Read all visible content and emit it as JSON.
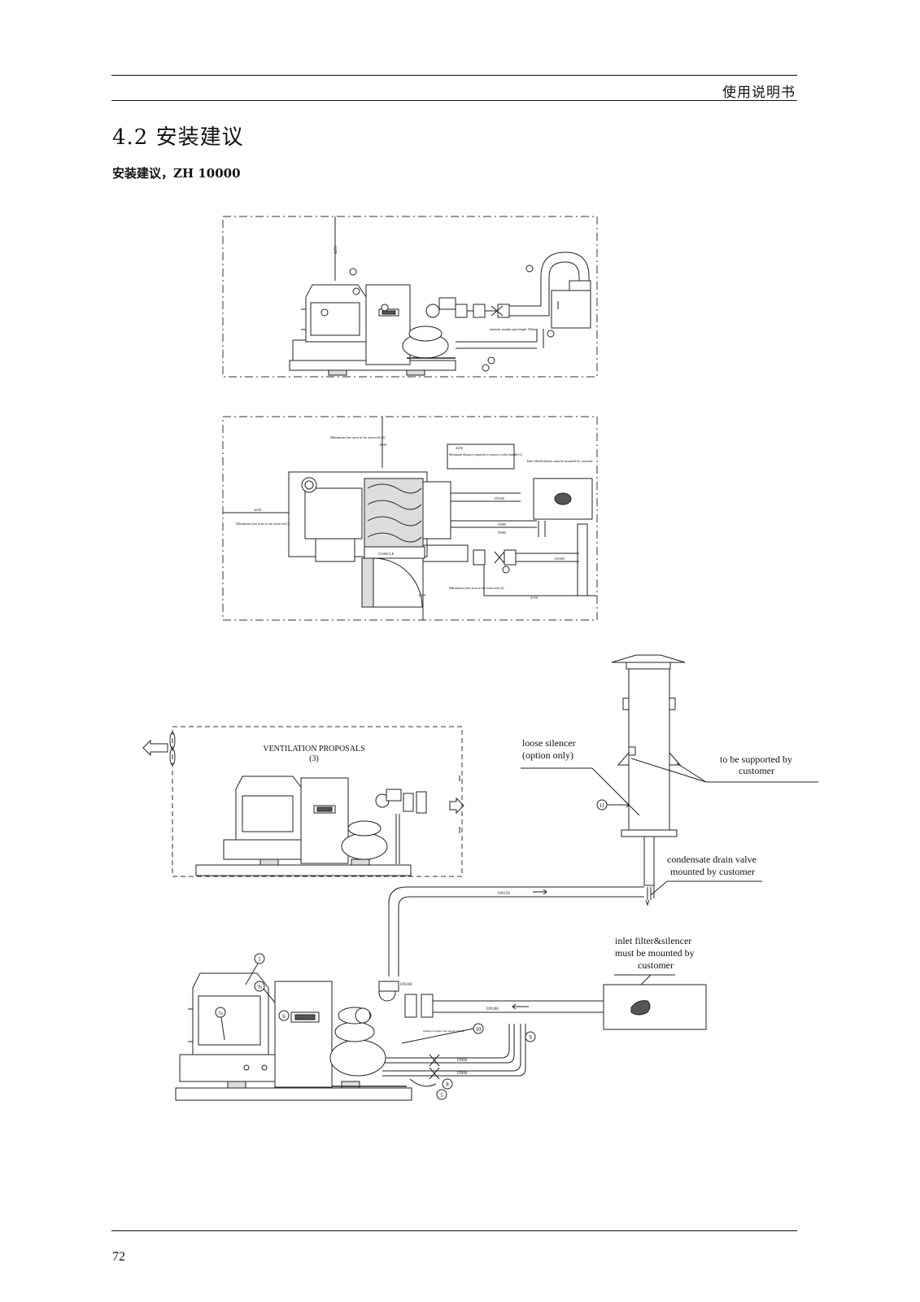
{
  "header": {
    "title": "使用说明书"
  },
  "section": {
    "title": "4.2 安装建议",
    "subtitle": "安装建议，ZH 10000"
  },
  "drawing1": {
    "dim_vertical": "4250",
    "pipe_note": "minimal straight pipe length 150mm"
  },
  "drawing2": {
    "top_area": "Minimum free area to be reserved (2)",
    "top_dim": "1600",
    "dim_4250": "4250",
    "cooler_note": "Minimum distance required to remove cooler bundle (1)",
    "inlet_note": "Inlet filter&silencer must be mounted by customer",
    "left_dim": "4250",
    "left_area": "Minimum free area to be reserved (2)",
    "bottom_area": "Minimum free area to be reserved (2)",
    "bottom_dim": "1600",
    "right_dim": "4750",
    "flow_label_1": "DN300",
    "flow_label_2": "DN300",
    "flow_label_3": "DN80",
    "flow_label_4": "DN80",
    "cubicle": "CUBICLE"
  },
  "drawing3": {
    "ventilation_title": "VENTILATION PROPOSALS",
    "ventilation_num": "(3)"
  },
  "drawing4": {
    "loose_silencer": "loose silencer",
    "option_only": "(option only)",
    "supported_1": "to be supported by",
    "supported_2": "customer",
    "condensate_1": "condensate drain valve",
    "condensate_2": "mounted by customer",
    "inlet_1": "inlet filter&silencer",
    "inlet_2": "must be mounted by",
    "inlet_3": "customer",
    "dn_outlet": "DN150",
    "dn_vertical": "DN100",
    "dn_inlet": "DN300",
    "dn_water_1": "DN80",
    "dn_water_2": "DN80",
    "pipe_note": "minimal straight pipe length 150mm",
    "callouts": [
      "1",
      "7b",
      "7a",
      "6",
      "11",
      "10",
      "9",
      "8",
      "5"
    ]
  },
  "footer": {
    "page": "72"
  }
}
